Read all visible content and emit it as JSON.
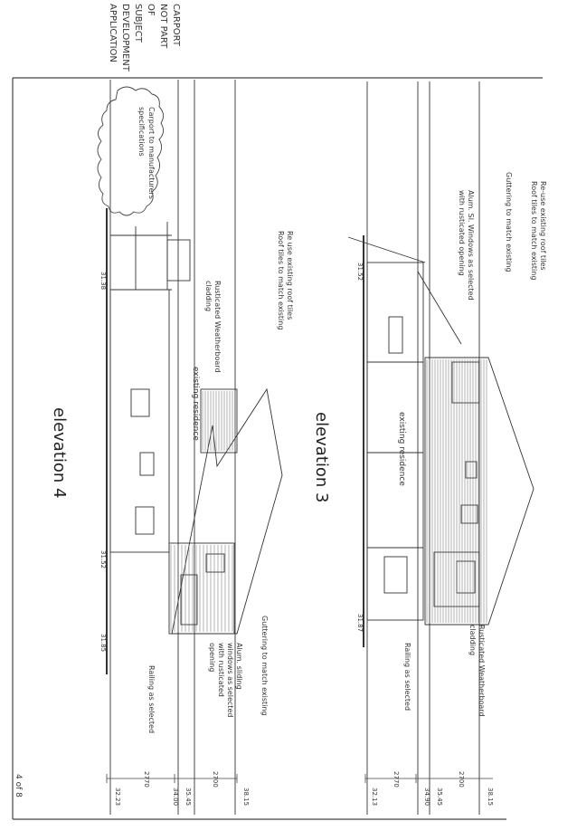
{
  "corner_note": [
    "CARPORT",
    "NOT PART",
    "OF",
    "SUBJECT",
    "DEVELOPMENT",
    "APPLICATION"
  ],
  "cloud_note": [
    "Carport to manufacturers",
    "specifications"
  ],
  "elevation4": {
    "title": "elevation 4",
    "residence_label": "existing residence",
    "notes": {
      "cladding": [
        "Rusticated Weatherboard",
        "cladding"
      ],
      "roof": [
        "Re use existing roof tiles",
        "Roof tiles to match existing"
      ],
      "guttering": "Guttering to match existing",
      "windows": [
        "Alum. sliding",
        "windows as selected",
        "with rusticated",
        "opening"
      ],
      "railing": "Railing as selected"
    },
    "levels": [
      "31.38",
      "31.52",
      "31.85"
    ],
    "dims": [
      "2770",
      "2700"
    ],
    "rls": [
      "32.23",
      "34.00",
      "35.45",
      "38.15"
    ]
  },
  "elevation3": {
    "title": "elevation 3",
    "residence_label": "existing residence",
    "notes": {
      "roof": [
        "Re-use existing roof tiles",
        "Roof tiles to match existing"
      ],
      "guttering": "Guttering to match existing",
      "windows": [
        "Alum. Sl. Windows as selected",
        "with rusticated opening"
      ],
      "cladding": [
        "Rusticated Weatherboard",
        "cladding"
      ],
      "railing": "Railing as selected"
    },
    "levels": [
      "31.52",
      "31.87"
    ],
    "dims": [
      "2770",
      "2700"
    ],
    "rls": [
      "32.13",
      "34.90",
      "35.45",
      "38.15"
    ]
  },
  "page_number": "4 of 8"
}
